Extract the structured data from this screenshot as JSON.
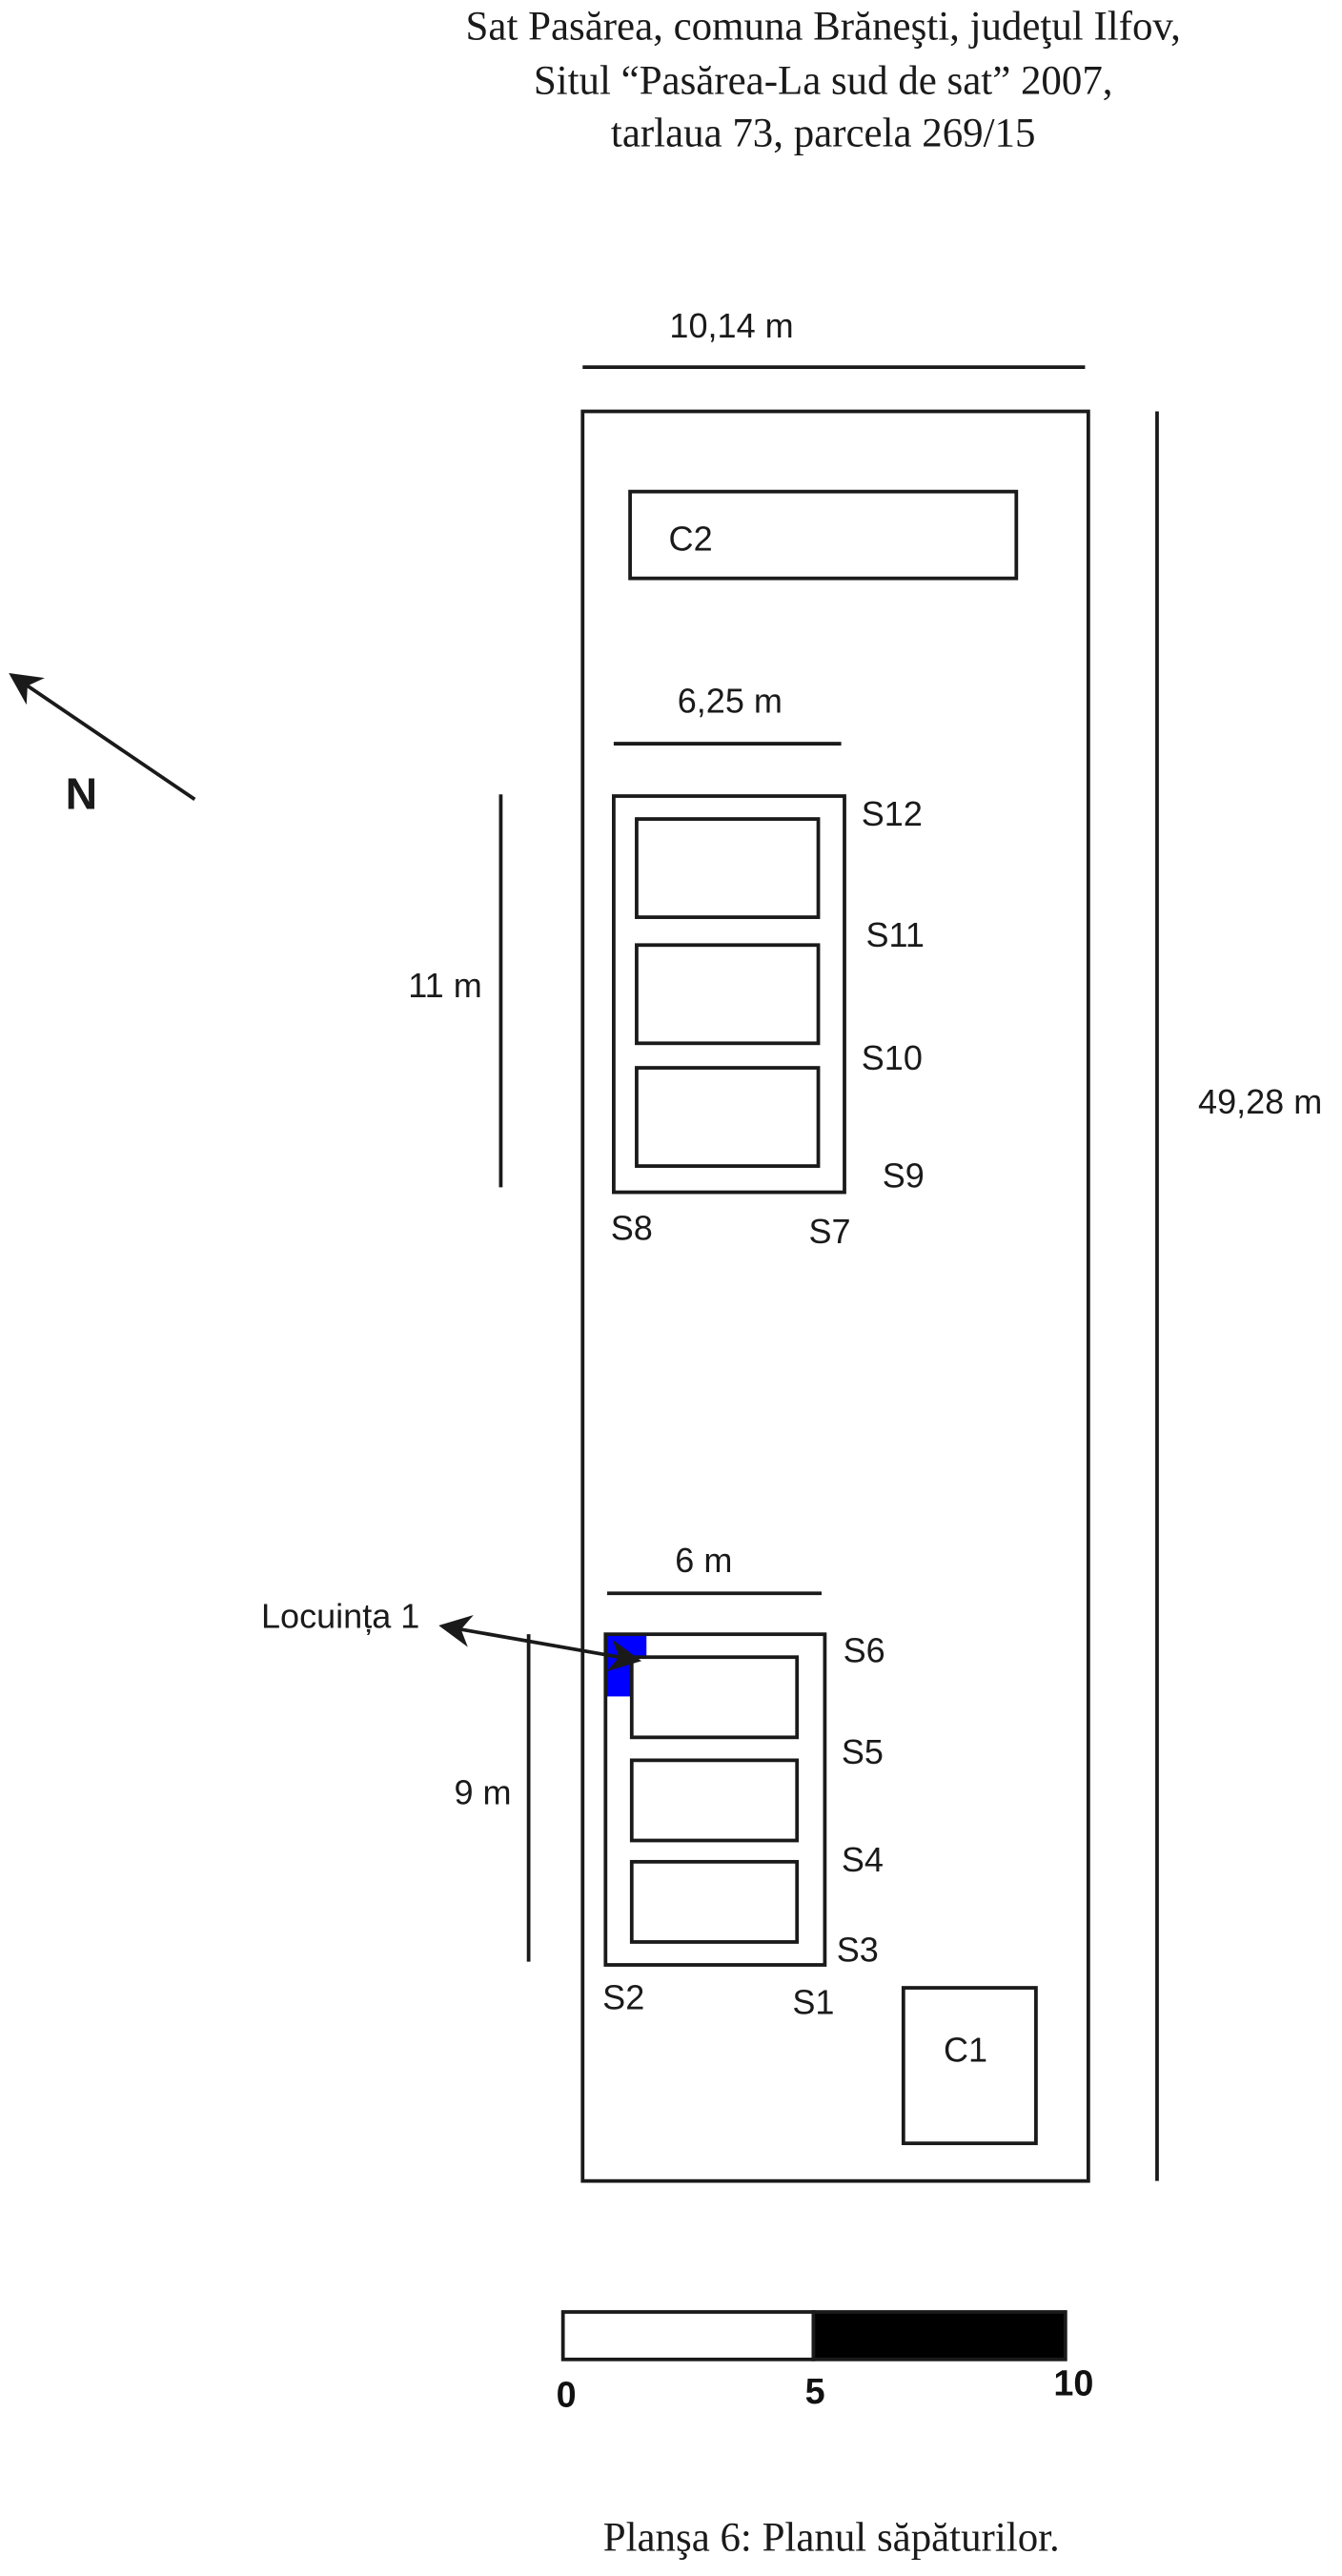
{
  "header": {
    "title_lines": [
      "Sat Pasărea, comuna Brăneşti, judeţul Ilfov,",
      "Situl “Pasărea-La sud de sat” 2007,",
      "tarlaua 73, parcela 269/15"
    ]
  },
  "plan": {
    "site_width": "10,14 m",
    "site_length": "49,28 m",
    "north_label": "N",
    "c2_label": "C2",
    "c1_label": "C1",
    "upper_group": {
      "width": "6,25 m",
      "height": "11 m",
      "labels": [
        "S12",
        "S11",
        "S10",
        "S9",
        "S8",
        "S7"
      ]
    },
    "lower_group": {
      "width": "6 m",
      "height": "9 m",
      "labels": [
        "S6",
        "S5",
        "S4",
        "S3",
        "S2",
        "S1"
      ]
    },
    "feature_label": "Locuința 1",
    "feature_color": "#0000ff"
  },
  "scale_bar": {
    "ticks": [
      "0",
      "5",
      "10"
    ]
  },
  "caption": "Planşa 6: Planul săpăturilor."
}
